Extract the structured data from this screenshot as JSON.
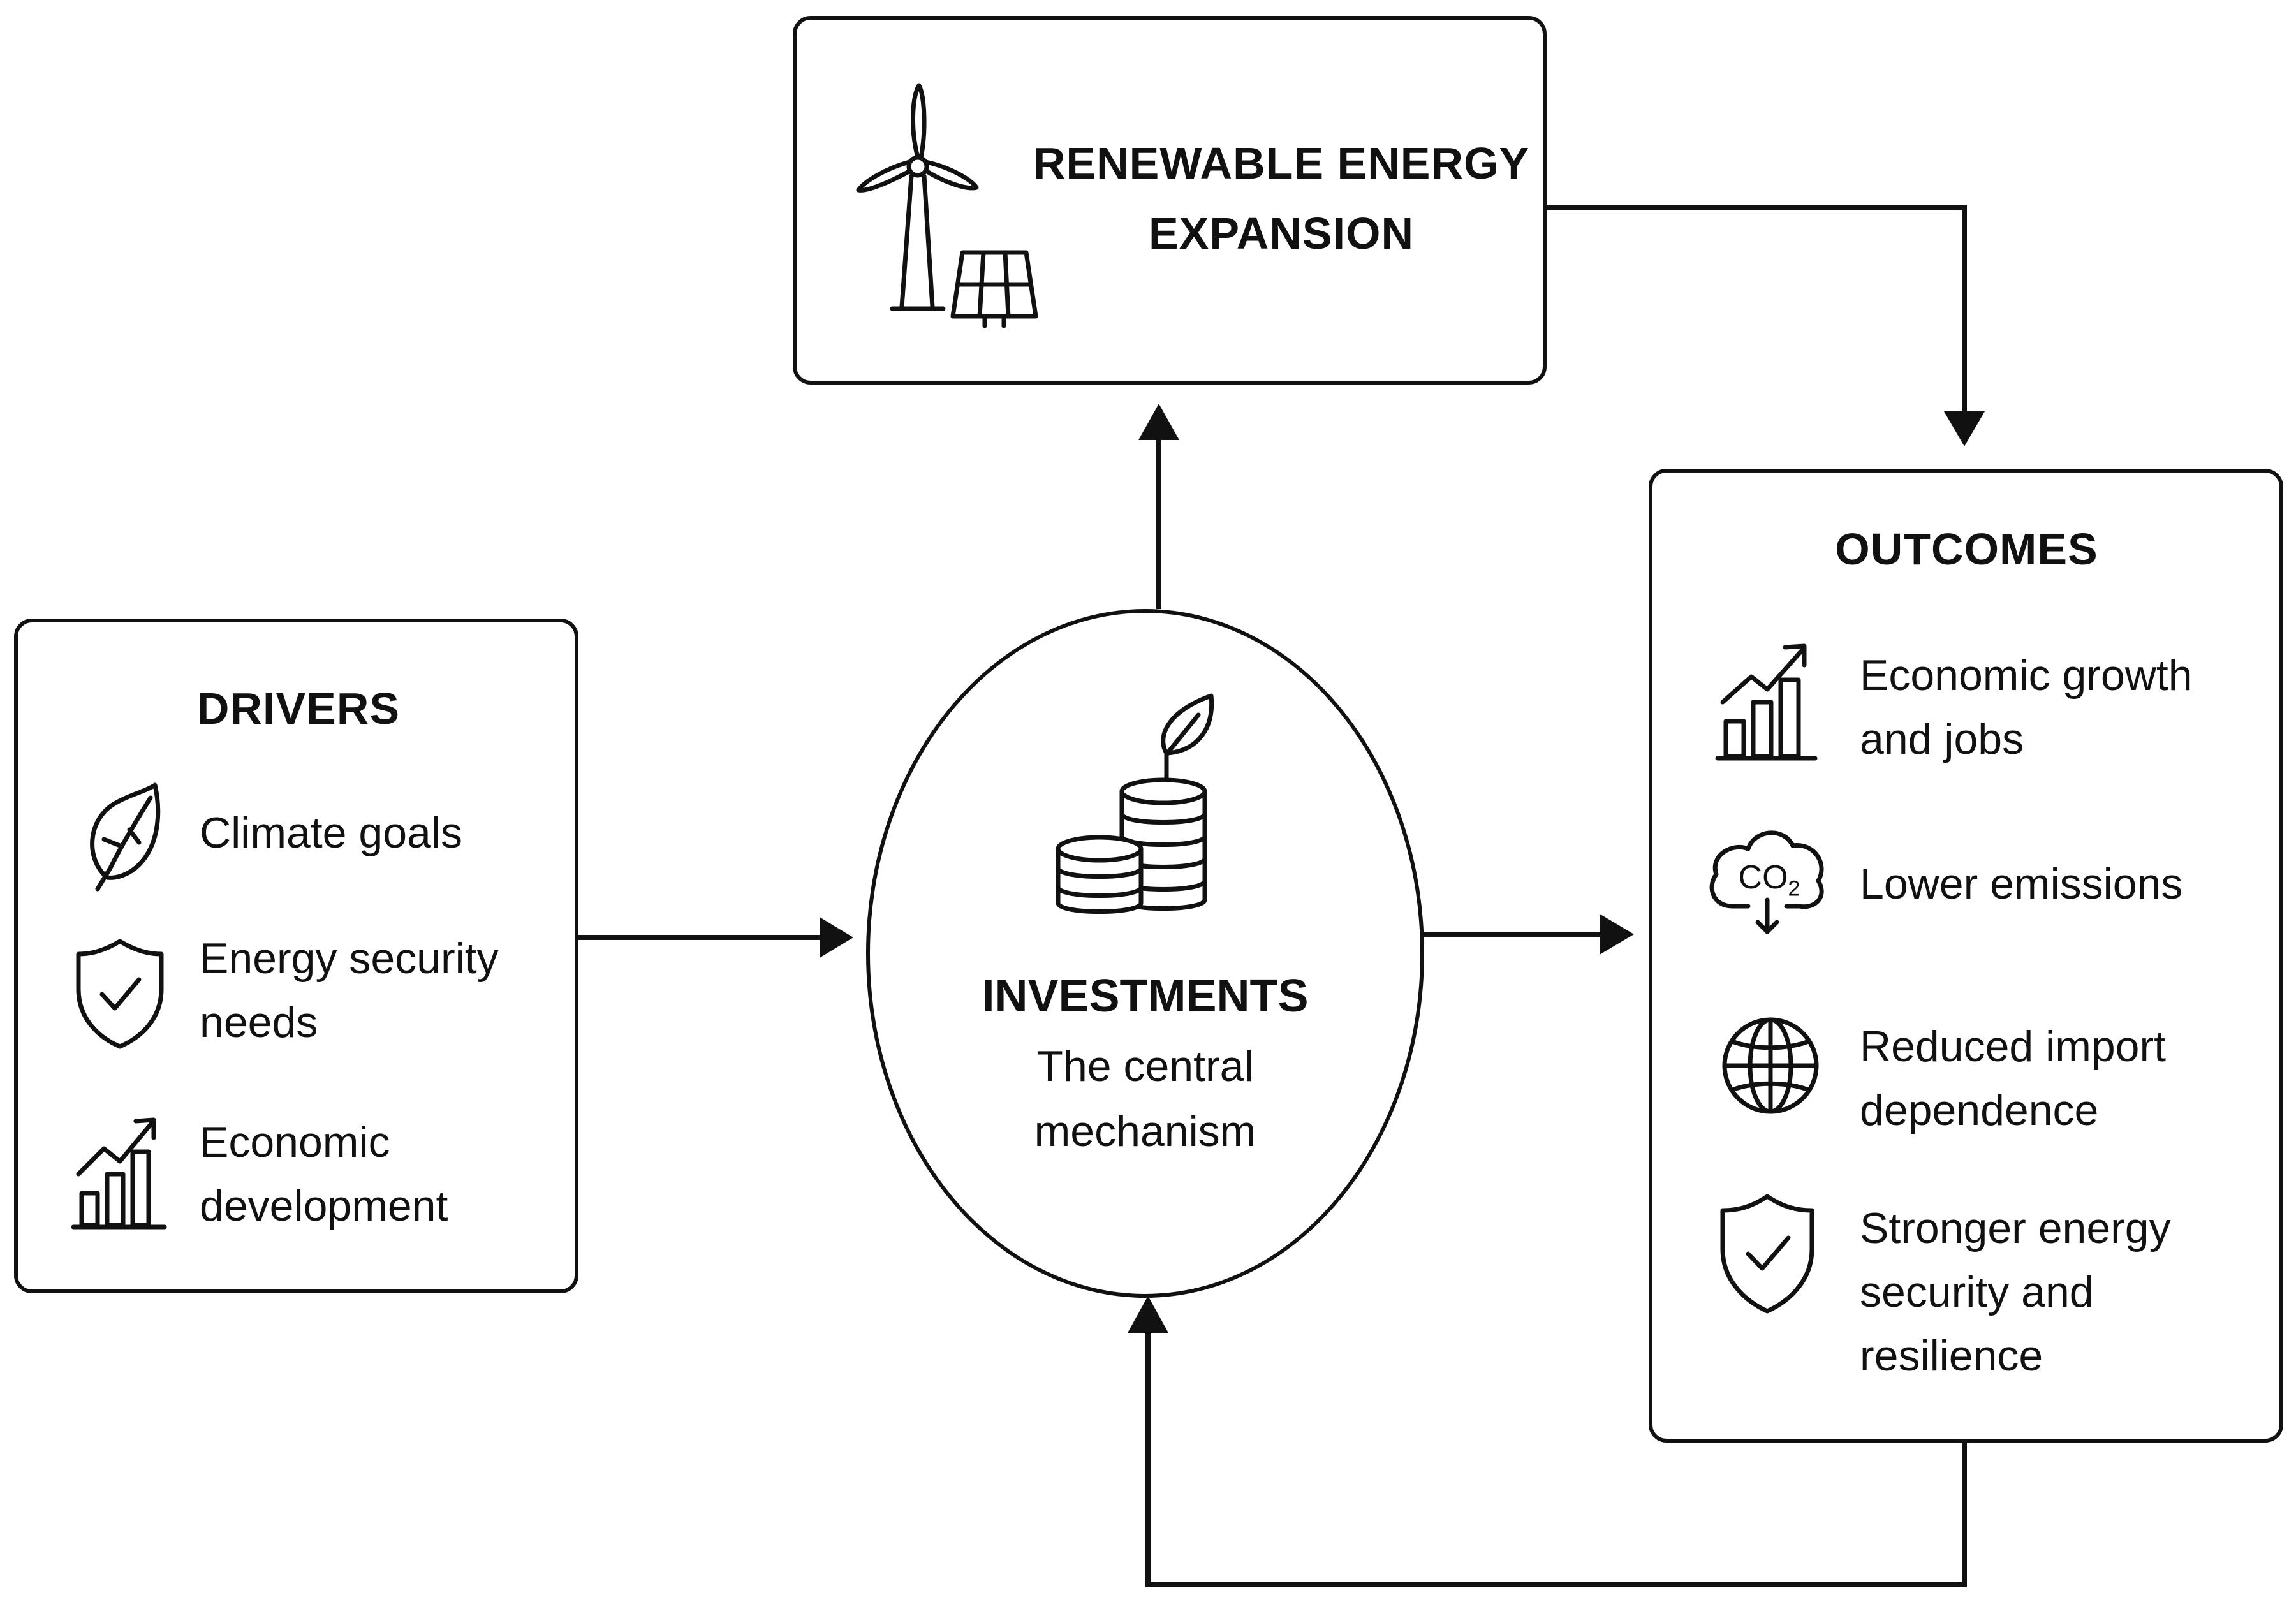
{
  "top": {
    "title_line1": "RENEWABLE ENERGY",
    "title_line2": "EXPANSION",
    "icon": "wind-turbine-solar-panel-icon"
  },
  "drivers": {
    "title": "DRIVERS",
    "items": [
      {
        "line1": "Climate goals",
        "line2": "",
        "icon": "leaf-icon"
      },
      {
        "line1": "Energy security",
        "line2": "needs",
        "icon": "shield-check-icon"
      },
      {
        "line1": "Economic",
        "line2": "development",
        "icon": "growth-chart-icon"
      }
    ]
  },
  "center": {
    "title": "INVESTMENTS",
    "sub_line1": "The central",
    "sub_line2": "mechanism",
    "icon": "coins-sprout-icon"
  },
  "outcomes": {
    "title": "OUTCOMES",
    "items": [
      {
        "line1": "Economic growth",
        "line2": "and jobs",
        "line3": "",
        "icon": "growth-chart-icon"
      },
      {
        "line1": "Lower emissions",
        "line2": "",
        "line3": "",
        "icon": "co2-cloud-icon",
        "icon_text": "CO",
        "icon_sub": "2"
      },
      {
        "line1": "Reduced import",
        "line2": "dependence",
        "line3": "",
        "icon": "globe-icon"
      },
      {
        "line1": "Stronger energy",
        "line2": "security and",
        "line3": "resilience",
        "icon": "shield-check-icon"
      }
    ]
  },
  "colors": {
    "stroke": "#111111",
    "background": "#ffffff"
  }
}
